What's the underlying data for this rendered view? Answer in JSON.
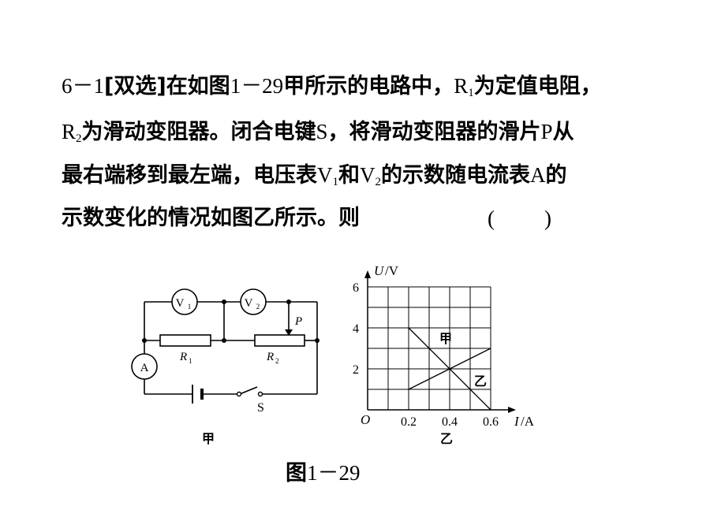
{
  "question": {
    "line1": {
      "number": "6－1",
      "tag": "[双选]",
      "text_a": "在如图",
      "ref": "1－29",
      "text_b": "甲所示的电路中，",
      "r1": "R",
      "r1_sub": "1",
      "text_c": "为定值电阻，"
    },
    "line2": {
      "r2": "R",
      "r2_sub": "2",
      "text_a": "为滑动变阻器。闭合电键",
      "s": "S",
      "text_b": "，将滑动变阻器的滑片",
      "p": "P",
      "text_c": "从"
    },
    "line3": {
      "text_a": "最右端移到最左端，电压表",
      "v1": "V",
      "v1_sub": "1",
      "text_b": "和",
      "v2": "V",
      "v2_sub": "2",
      "text_c": "的示数随电流表",
      "a": "A",
      "text_d": "的"
    },
    "line4": {
      "text": "示数变化的情况如图乙所示。则",
      "paren_open": "(",
      "paren_close": ")"
    }
  },
  "circuit": {
    "caption": "甲",
    "v1_label": "V",
    "v1_sub": "1",
    "v2_label": "V",
    "v2_sub": "2",
    "ammeter_label": "A",
    "r1_label": "R",
    "r1_sub": "1",
    "r2_label": "R",
    "r2_sub": "2",
    "slider_label": "P",
    "switch_label": "S"
  },
  "chart_data": {
    "type": "line",
    "caption": "乙",
    "xlabel_var": "I",
    "xlabel_unit": "/A",
    "ylabel_var": "U",
    "ylabel_unit": "/V",
    "origin_label": "O",
    "xlim": [
      0,
      0.7
    ],
    "ylim": [
      0,
      6.5
    ],
    "grid": true,
    "xticks": [
      0.2,
      0.4,
      0.6
    ],
    "xtick_labels": [
      "0.2",
      "0.4",
      "0.6"
    ],
    "yticks": [
      2,
      4,
      6
    ],
    "ytick_labels": [
      "2",
      "4",
      "6"
    ],
    "series": [
      {
        "name": "甲",
        "x": [
          0.2,
          0.6
        ],
        "y": [
          4,
          0
        ]
      },
      {
        "name": "乙",
        "x": [
          0.2,
          0.6
        ],
        "y": [
          1,
          3
        ]
      }
    ]
  },
  "figure_caption": {
    "prefix": "图",
    "ref": "1－29"
  }
}
